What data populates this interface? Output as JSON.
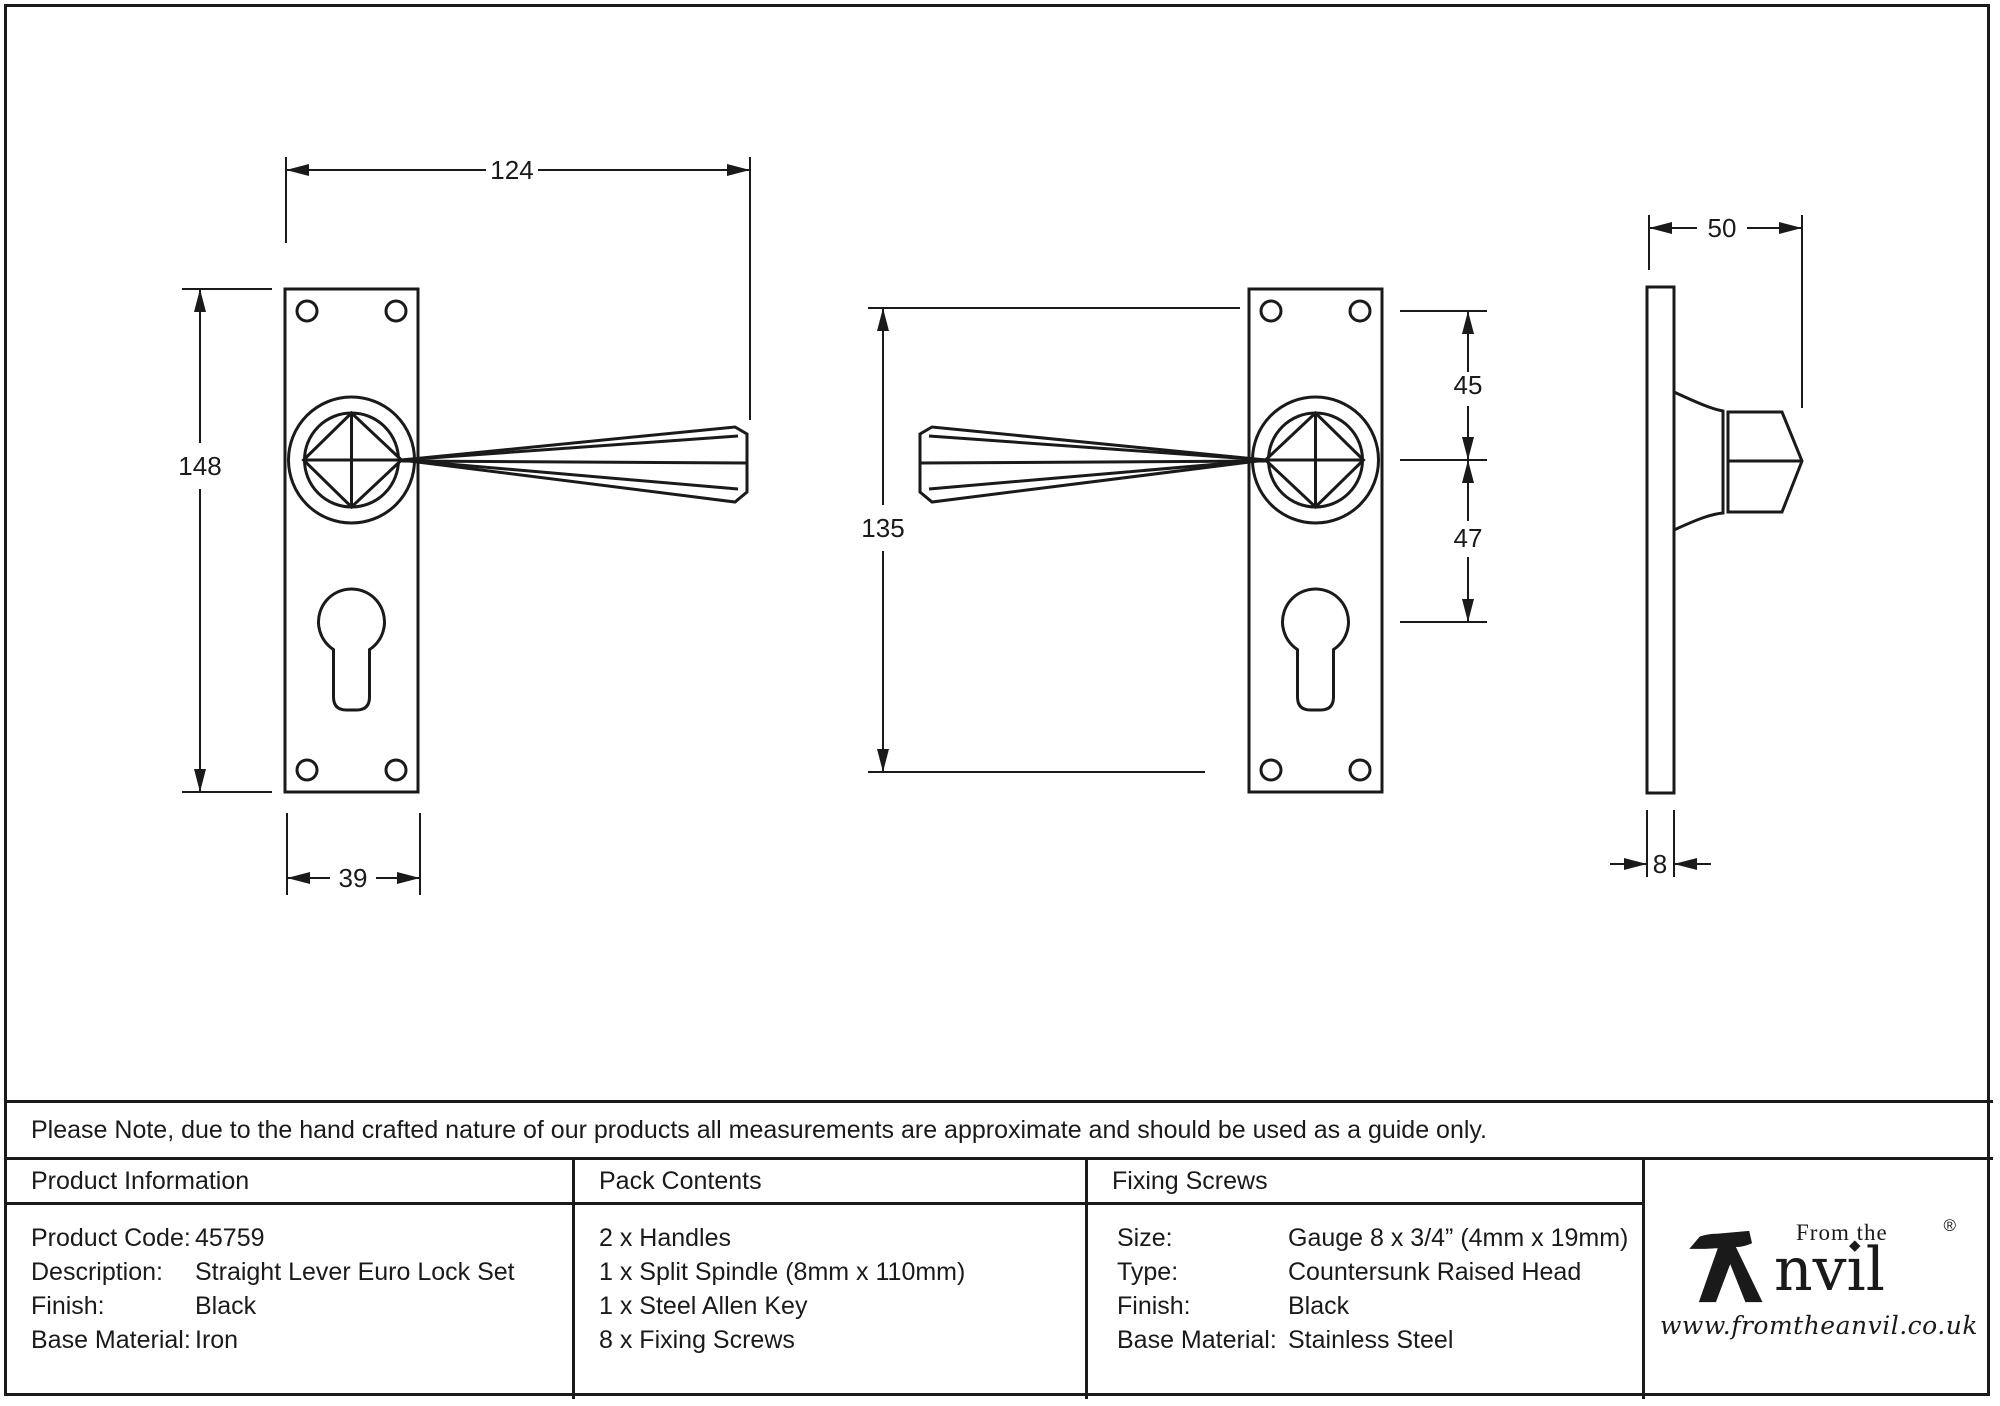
{
  "colors": {
    "line": "#1a1a1a",
    "background": "#ffffff"
  },
  "dimensions": {
    "handle_length": "124",
    "plate_height": "148",
    "plate_width": "39",
    "fixing_centres": "135",
    "screw_to_centre": "45",
    "centre_to_keyhole": "47",
    "projection": "50",
    "plate_thickness": "8"
  },
  "note": {
    "text": "Please Note, due to the hand crafted nature of our products all measurements are approximate and should be used as a guide only."
  },
  "table": {
    "product_information": {
      "header": "Product Information",
      "rows": [
        {
          "label": "Product Code:",
          "value": "45759"
        },
        {
          "label": "Description:",
          "value": "Straight Lever Euro Lock Set"
        },
        {
          "label": "Finish:",
          "value": "Black"
        },
        {
          "label": "Base Material:",
          "value": "Iron"
        }
      ]
    },
    "pack_contents": {
      "header": "Pack Contents",
      "items": [
        "2 x Handles",
        "1 x Split Spindle (8mm x 110mm)",
        "1 x Steel Allen Key",
        "8 x Fixing Screws"
      ]
    },
    "fixing_screws": {
      "header": "Fixing Screws",
      "rows": [
        {
          "label": "Size:",
          "value": "Gauge 8 x 3/4” (4mm x 19mm)"
        },
        {
          "label": "Type:",
          "value": "Countersunk Raised Head"
        },
        {
          "label": "Finish:",
          "value": "Black"
        },
        {
          "label": "Base Material:",
          "value": "Stainless Steel"
        }
      ]
    }
  },
  "brand": {
    "name": "Anvil",
    "prefix": "From the",
    "display_rest": "nvıl",
    "registered": "®",
    "website": "www.fromtheanvil.co.uk"
  }
}
